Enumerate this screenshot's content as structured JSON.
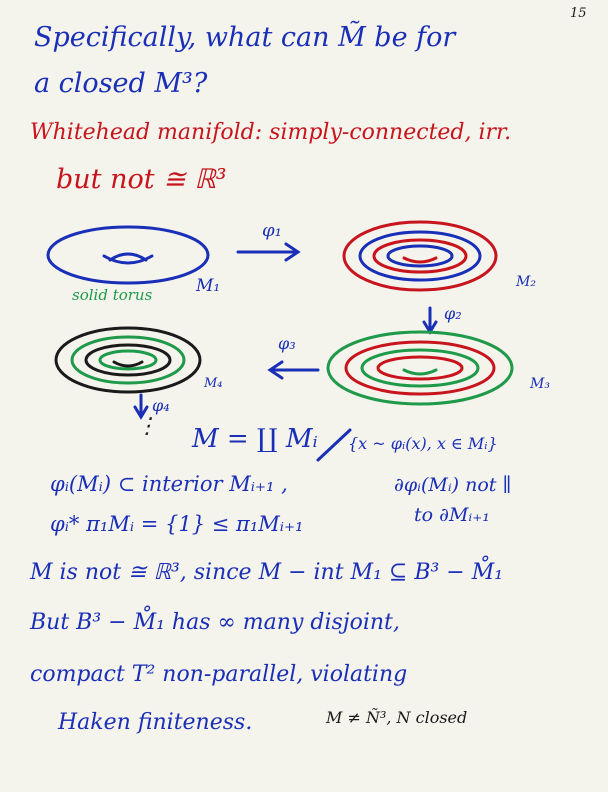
{
  "page_number": "15",
  "intro": {
    "line1": "Specifically, what can M̃ be for",
    "line2": "a closed M³?"
  },
  "whitehead": {
    "line1": "Whitehead manifold: simply-connected, irr.",
    "line2": "but not ≅ ℝ³"
  },
  "diagram": {
    "solid_torus": "solid torus",
    "m1": "M₁",
    "m2": "M₂",
    "m3": "M₃",
    "m4": "M₄",
    "phi1": "φ₁",
    "phi2": "φ₂",
    "phi3": "φ₃",
    "phi4": "φ₄",
    "dots": "⋮",
    "colors": {
      "blue": "#1a2fb8",
      "red": "#c8141c",
      "green": "#1f9a4a",
      "black": "#1a1a1a"
    }
  },
  "definition": {
    "union": "M = ∐ Mᵢ",
    "relation": "{x ~ φᵢ(x), x ∈ Mᵢ}"
  },
  "properties": {
    "line1_left": "φᵢ(Mᵢ) ⊂ interior Mᵢ₊₁ ,",
    "line1_right": "∂φᵢ(Mᵢ) not ∥",
    "line2_left": "φᵢ* π₁Mᵢ = {1} ≤ π₁Mᵢ₊₁",
    "line2_right": "to ∂Mᵢ₊₁"
  },
  "conclusion": {
    "line1": "M is not ≅ ℝ³,  since  M − int M₁ ⊆ B³ − M̊₁",
    "line2": "But B³ − M̊₁ has ∞ many disjoint,",
    "line3": "compact T² non-parallel, violating",
    "line4": "Haken finiteness.",
    "note": "M ≠ Ñ³, N closed"
  }
}
